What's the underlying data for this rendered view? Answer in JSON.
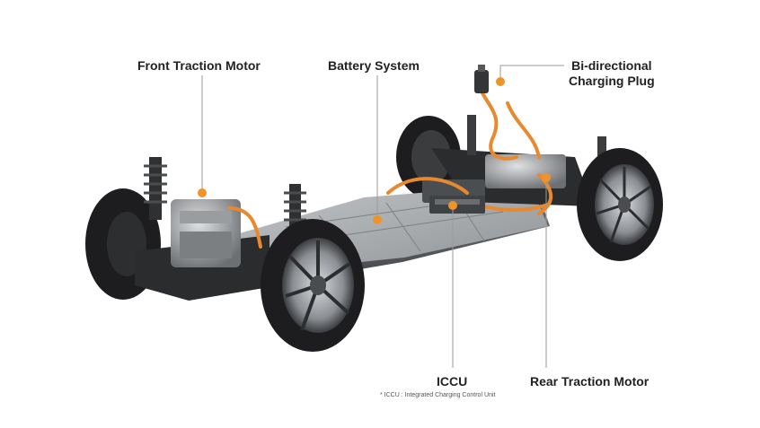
{
  "labels": {
    "front_motor": "Front Traction Motor",
    "battery": "Battery System",
    "charging_plug_line1": "Bi-directional",
    "charging_plug_line2": "Charging Plug",
    "iccu": "ICCU",
    "rear_motor": "Rear Traction Motor"
  },
  "footnote": "* ICCU : Integrated Charging Control Unit",
  "colors": {
    "marker": "#f0932b",
    "leader_line": "#999999",
    "cable": "#e8892f",
    "tire": "#1d1d1f",
    "battery_top": "#9fa3a6",
    "label_text": "#222222"
  },
  "icons": [
    "marker-dot-icon"
  ]
}
